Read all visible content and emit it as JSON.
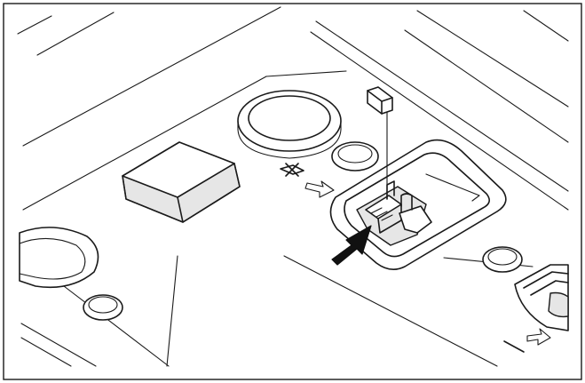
{
  "figure": {
    "kind": "technical-illustration",
    "parts": [
      {
        "name": "battery-top-surface",
        "icon": "housing-outline-icon"
      },
      {
        "name": "positive-terminal-well",
        "icon": "ring-icon",
        "polarity_label": "+"
      },
      {
        "name": "raised-block",
        "icon": "block-icon"
      },
      {
        "name": "fuse",
        "icon": "blade-fuse-icon"
      },
      {
        "name": "fuse-holder-socket",
        "icon": "socket-icon"
      },
      {
        "name": "pointer-arrow",
        "icon": "solid-arrow-icon"
      },
      {
        "name": "negative-terminal-well",
        "icon": "ring-icon",
        "polarity_label": "−"
      }
    ],
    "colors": {
      "line": "#1a1a1a",
      "surface": "#ffffff",
      "shade": "#e6e6e6"
    }
  }
}
